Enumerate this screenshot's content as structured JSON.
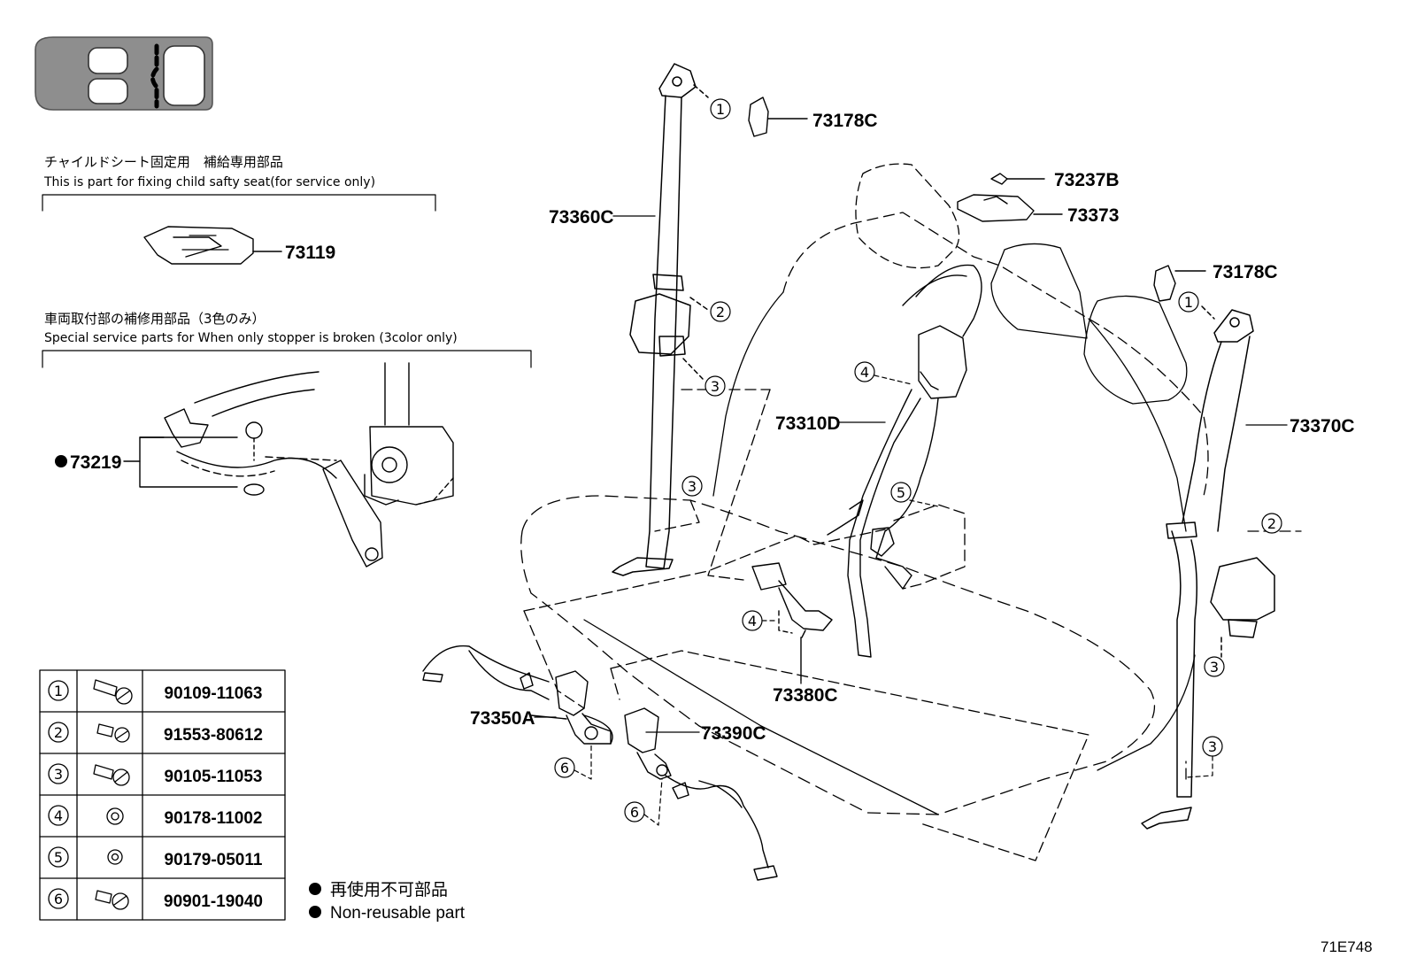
{
  "notes": {
    "child_seat_jp": "チャイルドシート固定用　補給専用部品",
    "child_seat_en": "This is part for fixing child safty seat(for service only)",
    "stopper_jp": "車両取付部の補修用部品（3色のみ）",
    "stopper_en": "Special service parts for When only stopper is broken (3color only)"
  },
  "parts": {
    "p73119": "73119",
    "p73219": "73219",
    "p73178c_a": "73178C",
    "p73178c_b": "73178C",
    "p73360c": "73360C",
    "p73237b": "73237B",
    "p73373": "73373",
    "p73310d": "73310D",
    "p73370c": "73370C",
    "p73380c": "73380C",
    "p73350a": "73350A",
    "p73390c": "73390C"
  },
  "callouts": [
    "1",
    "2",
    "3",
    "4",
    "5",
    "6"
  ],
  "fastener_table": [
    {
      "no": "1",
      "part": "90109-11063"
    },
    {
      "no": "2",
      "part": "91553-80612"
    },
    {
      "no": "3",
      "part": "90105-11053"
    },
    {
      "no": "4",
      "part": "90178-11002"
    },
    {
      "no": "5",
      "part": "90179-05011"
    },
    {
      "no": "6",
      "part": "90901-19040"
    }
  ],
  "legend": {
    "jp": "再使用不可部品",
    "en": "Non-reusable part"
  },
  "diagram_code": "71E748"
}
